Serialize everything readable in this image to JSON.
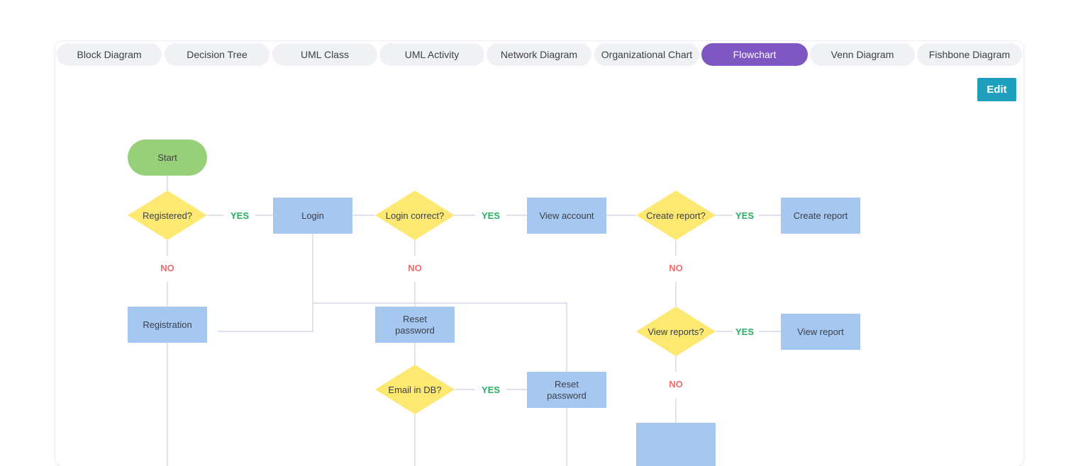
{
  "tabs": [
    {
      "label": "Block Diagram",
      "active": false
    },
    {
      "label": "Decision Tree",
      "active": false
    },
    {
      "label": "UML Class",
      "active": false
    },
    {
      "label": "UML Activity",
      "active": false
    },
    {
      "label": "Network Diagram",
      "active": false
    },
    {
      "label": "Organizational Chart",
      "active": false
    },
    {
      "label": "Flowchart",
      "active": true
    },
    {
      "label": "Venn Diagram",
      "active": false
    },
    {
      "label": "Fishbone Diagram",
      "active": false
    }
  ],
  "toolbar": {
    "edit_label": "Edit"
  },
  "colors": {
    "active_tab": "#7e57c2",
    "edit_button": "#1e9fbd",
    "start_node": "#98d07a",
    "process_node": "#a6c8f0",
    "decision_node": "#fde871",
    "edge": "#c9d1e3",
    "yes": "#27ae60",
    "no": "#f06b6b"
  },
  "diagram": {
    "nodes": {
      "start": "Start",
      "registered": "Registered?",
      "login": "Login",
      "login_correct": "Login correct?",
      "view_account": "View account",
      "create_report_q": "Create report?",
      "create_report": "Create report",
      "registration": "Registration",
      "reset_password_1": [
        "Reset",
        "password"
      ],
      "view_reports_q": "View reports?",
      "view_report": "View report",
      "email_in_db": "Email in DB?",
      "reset_password_2": [
        "Reset",
        "password"
      ]
    },
    "labels": {
      "yes": "YES",
      "no": "NO"
    }
  }
}
